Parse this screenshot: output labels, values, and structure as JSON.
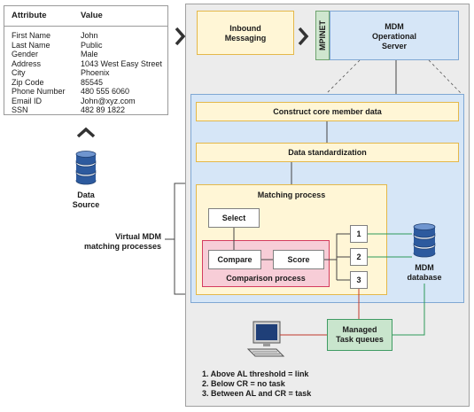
{
  "attribute_table": {
    "header_attribute": "Attribute",
    "header_value": "Value",
    "rows": [
      {
        "attribute": "First Name",
        "value": "John"
      },
      {
        "attribute": "Last Name",
        "value": "Public"
      },
      {
        "attribute": "Gender",
        "value": "Male"
      },
      {
        "attribute": "Address",
        "value": "1043 West Easy Street"
      },
      {
        "attribute": "City",
        "value": "Phoenix"
      },
      {
        "attribute": "Zip Code",
        "value": "85545"
      },
      {
        "attribute": "Phone Number",
        "value": "480 555 6060"
      },
      {
        "attribute": "Email ID",
        "value": "John@xyz.com"
      },
      {
        "attribute": "SSN",
        "value": "482 89 1822"
      }
    ]
  },
  "data_source": {
    "line1": "Data",
    "line2": "Source"
  },
  "inbound_messaging": {
    "line1": "Inbound",
    "line2": "Messaging"
  },
  "mpinet": "MPINET",
  "mdm_server": {
    "line1": "MDM",
    "line2": "Operational",
    "line3": "Server"
  },
  "construct": "Construct core member data",
  "standardization": "Data standardization",
  "matching": {
    "title": "Matching process",
    "select": "Select",
    "compare": "Compare",
    "score": "Score",
    "comparison_process": "Comparison process"
  },
  "outcome_numbers": [
    "1",
    "2",
    "3"
  ],
  "mdm_database": {
    "line1": "MDM",
    "line2": "database"
  },
  "task_queues": {
    "line1": "Managed",
    "line2": "Task queues"
  },
  "virtual_mdm": {
    "line1": "Virtual MDM",
    "line2": "matching processes"
  },
  "legend": [
    "1. Above AL threshold = link",
    "2. Below CR = no task",
    "3. Between AL and CR = task"
  ],
  "colors": {
    "blue_panel": "#d6e6f7",
    "yellow": "#fff6d6",
    "pink": "#f7cdd7",
    "green": "#c9e5cd",
    "gray_panel": "#ececec",
    "db_blue": "#2d5a9e"
  }
}
